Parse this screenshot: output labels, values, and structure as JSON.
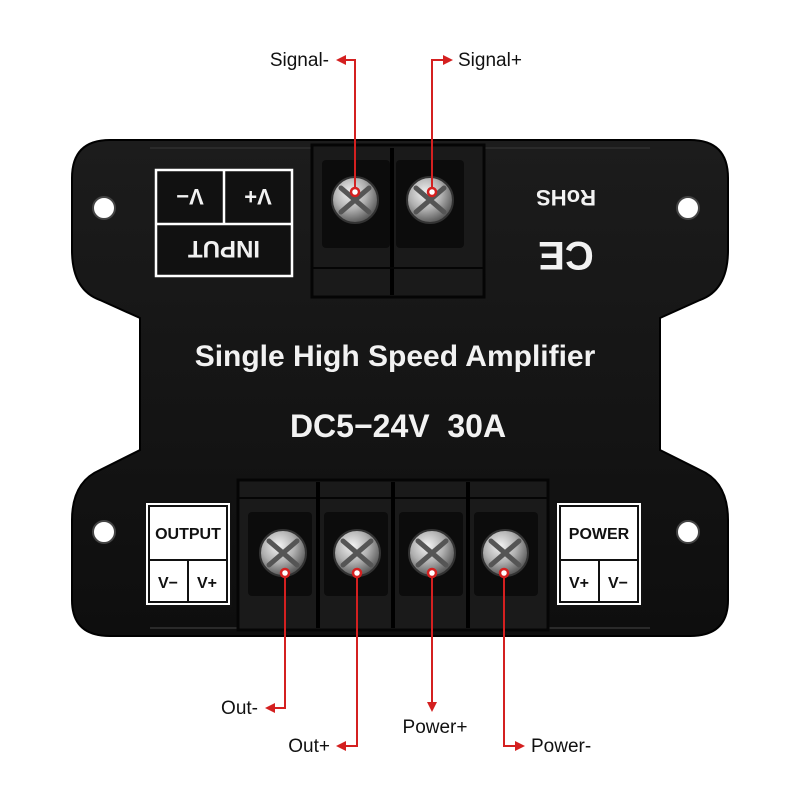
{
  "device": {
    "title": "Single High Speed Amplifier",
    "rating": "DC5−24V  30A",
    "rohs": "RoHS",
    "ce_mark": "CE",
    "input_plate": {
      "title": "INPUT",
      "left": "V−",
      "right": "V+"
    },
    "output_plate": {
      "title": "OUTPUT",
      "left": "V−",
      "right": "V+"
    },
    "power_plate": {
      "title": "POWER",
      "left": "V+",
      "right": "V−"
    }
  },
  "callouts": {
    "signal_minus": "Signal-",
    "signal_plus": "Signal+",
    "out_minus": "Out-",
    "out_plus": "Out+",
    "power_plus": "Power+",
    "power_minus": "Power-"
  },
  "colors": {
    "body": "#141414",
    "arrow": "#d42020",
    "plate": "#ffffff",
    "screw": "#b8b8b8"
  }
}
